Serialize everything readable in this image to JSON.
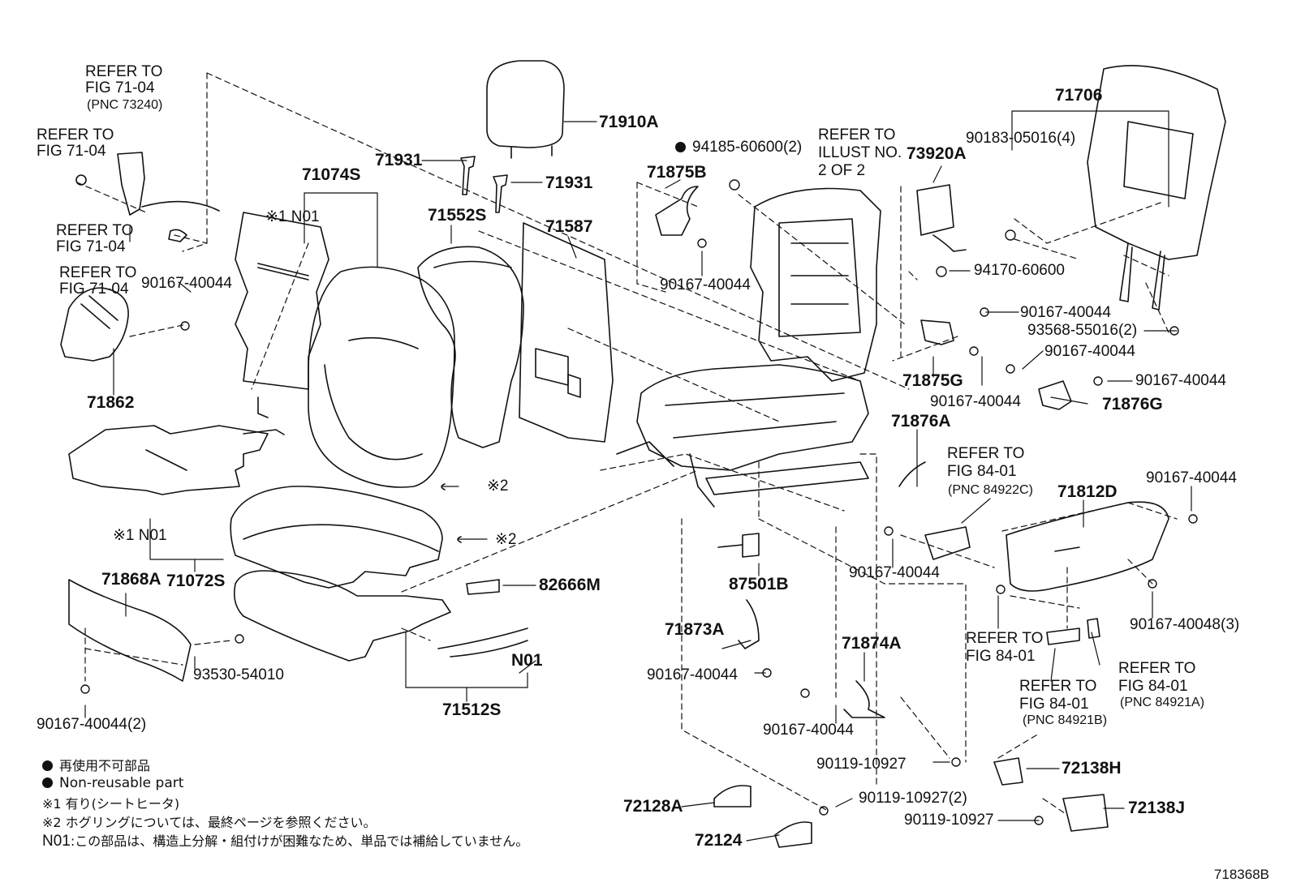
{
  "labels": {
    "refer_fig7104_a": "REFER TO\nFIG 71-04",
    "pnc_73240": "(PNC 73240)",
    "refer_fig7104_b": "REFER TO\nFIG 71-04",
    "refer_fig7104_c": "REFER TO\nFIG 71-04",
    "refer_fig7104_d": "REFER TO\nFIG 71-04",
    "p71862": "71862",
    "p90167_40044_left": "90167-40044",
    "p71074s": "71074S",
    "n01_top": "※1 N01",
    "p71910a": "71910A",
    "p71931_a": "71931",
    "p71931_b": "71931",
    "p71552s": "71552S",
    "p71587": "71587",
    "p94185": "94185-60600(2)",
    "p71875b": "71875B",
    "p90167_40044_75b": "90167-40044",
    "refer_illust": "REFER TO\nILLUST NO.\n2 OF 2",
    "p73920a": "73920A",
    "p71706": "71706",
    "p90183": "90183-05016(4)",
    "p94170": "94170-60600",
    "p90167_40044_r1": "90167-40044",
    "p93568": "93568-55016(2)",
    "p90167_40044_r2": "90167-40044",
    "p71875g": "71875G",
    "p90167_40044_r3": "90167-40044",
    "p90167_40044_r4": "90167-40044",
    "p71876g": "71876G",
    "p71876a": "71876A",
    "refer_fig8401_a": "REFER TO\nFIG 84-01",
    "pnc_84922c": "(PNC 84922C)",
    "p90167_40044_r5": "90167-40044",
    "p71812d": "71812D",
    "n01_mid": "※1 N01",
    "ring_2a": "※2",
    "ring_2b": "※2",
    "p71868a": "71868A",
    "p71072s": "71072S",
    "p82666m": "82666M",
    "p87501b": "87501B",
    "p90167_40044_mid": "90167-40044",
    "refer_fig8401_b": "REFER TO\nFIG 84-01",
    "p90167_40048": "90167-40048(3)",
    "refer_fig8401_c": "REFER TO\nFIG 84-01",
    "pnc_84921a": "(PNC 84921A)",
    "refer_fig8401_d": "REFER TO\nFIG 84-01",
    "pnc_84921b": "(PNC 84921B)",
    "p71873a": "71873A",
    "p90167_40044_73a": "90167-40044",
    "p71874a": "71874A",
    "p90167_40044_74a": "90167-40044",
    "p93530": "93530-54010",
    "n01_bot": "N01",
    "p71512s": "71512S",
    "p90167_40044_2": "90167-40044(2)",
    "p90119_a": "90119-10927",
    "p72138h": "72138H",
    "p72128a": "72128A",
    "p90119_b": "90119-10927(2)",
    "p72138j": "72138J",
    "p72124": "72124",
    "p90119_c": "90119-10927"
  },
  "legend": {
    "jp_nonreusable": "再使用不可部品",
    "en_nonreusable": "Non-reusable part",
    "note1": "※1 有り(シートヒータ)",
    "note2": "※2 ホグリングについては、最終ページを参照ください。",
    "note3_key": "N01",
    "note3": ":この部品は、構造上分解・組付けが困難なため、単品では補給していません。"
  },
  "figure_id": "718368B"
}
